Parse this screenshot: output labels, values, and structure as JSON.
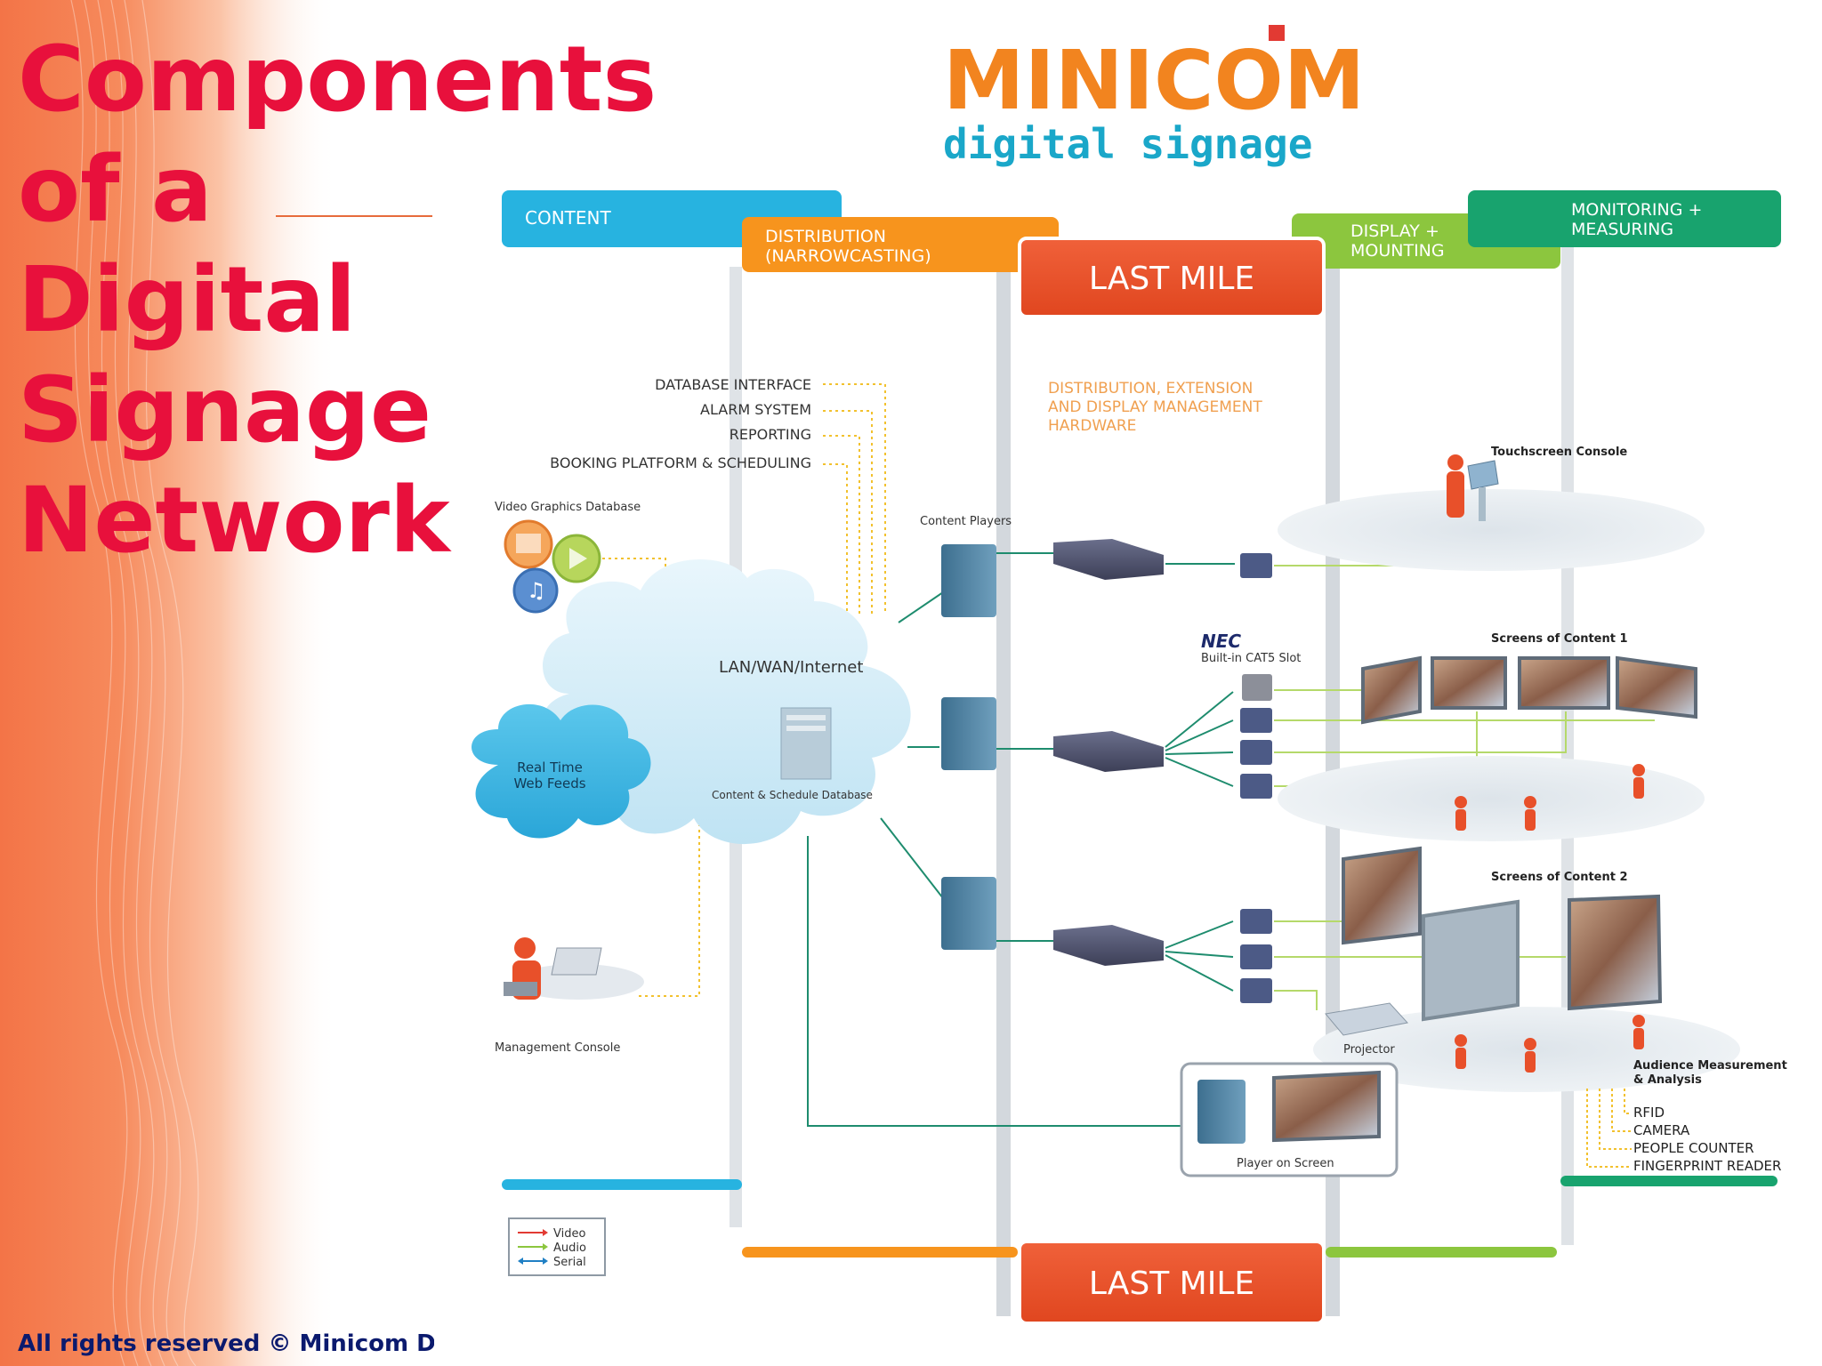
{
  "slide": {
    "title_lines": [
      "Components",
      "of a",
      "Digital",
      "Signage",
      "Network"
    ],
    "copyright": "All rights reserved © Minicom Digital Signage"
  },
  "logo": {
    "wordmark": "MINICOM",
    "tagline": "digital signage",
    "colors": {
      "wordmark": "#f2841f",
      "tagline": "#1aa7c9",
      "square": "#e23a33"
    }
  },
  "headers": {
    "content": "CONTENT",
    "distribution": [
      "DISTRIBUTION",
      "(NARROWCASTING)"
    ],
    "last_mile": "LAST MILE",
    "display": [
      "DISPLAY +",
      "MOUNTING"
    ],
    "monitoring": [
      "MONITORING +",
      "MEASURING"
    ]
  },
  "colors": {
    "content": "#27b3e0",
    "distribution": "#f7941d",
    "last_mile": "#e8502a",
    "display": "#8cc63e",
    "monitoring": "#18a36e",
    "slide_accent": "#e8103c"
  },
  "content_items": {
    "database_interface": "DATABASE INTERFACE",
    "alarm_system": "ALARM SYSTEM",
    "reporting": "REPORTING",
    "booking": "BOOKING PLATFORM & SCHEDULING",
    "video_graphics_db": "Video Graphics Database",
    "real_time": [
      "Real Time",
      "Web Feeds"
    ],
    "management_console": "Management Console"
  },
  "network": {
    "cloud_label": "LAN/WAN/Internet",
    "database_label": "Content & Schedule Database",
    "content_players": "Content Players"
  },
  "last_mile_note": [
    "DISTRIBUTION, EXTENSION",
    "AND DISPLAY MANAGEMENT",
    "HARDWARE"
  ],
  "nec": {
    "brand": "NEC",
    "caption": "Built-in CAT5 Slot"
  },
  "display_items": {
    "touchscreen": "Touchscreen Console",
    "screens1": "Screens of Content 1",
    "screens2": "Screens of Content 2",
    "projector": "Projector",
    "player_on_screen": "Player on Screen"
  },
  "monitoring_items": {
    "audience": [
      "Audience Measurement",
      "& Analysis"
    ],
    "methods": [
      "RFID",
      "CAMERA",
      "PEOPLE COUNTER",
      "FINGERPRINT READER"
    ]
  },
  "legend": [
    {
      "label": "Video",
      "color": "#e23a33"
    },
    {
      "label": "Audio",
      "color": "#8cc63e"
    },
    {
      "label": "Serial",
      "color": "#1f7fc4"
    }
  ]
}
